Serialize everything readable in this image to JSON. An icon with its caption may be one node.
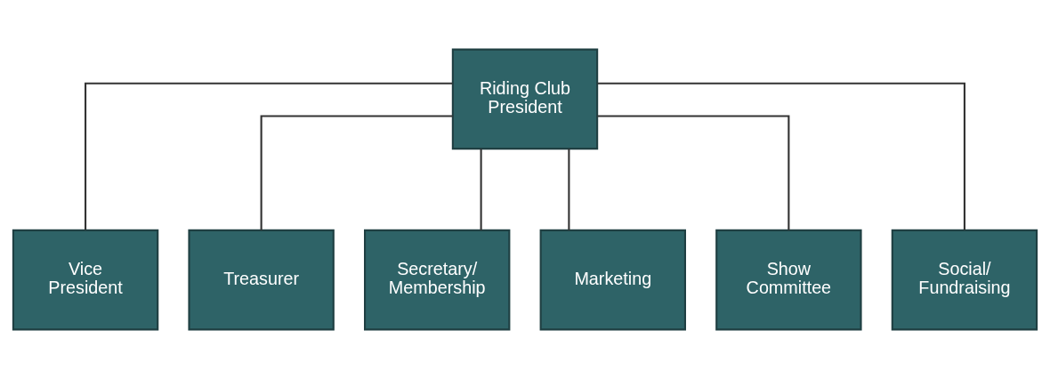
{
  "diagram": {
    "nodes": [
      {
        "text": [
          "Riding Club President"
        ]
      },
      {
        "text": [
          "Vice President"
        ]
      },
      {
        "text": [
          "Treasurer"
        ]
      },
      {
        "text": [
          "Secretary/ Membership"
        ]
      },
      {
        "text": [
          "Marketing"
        ]
      },
      {
        "text": [
          "Show Committee"
        ]
      },
      {
        "text": [
          "Social/ Fundraising"
        ]
      }
    ],
    "edges": [
      {
        "from": 0,
        "to": 1,
        "arrow": "none"
      },
      {
        "from": 0,
        "to": 2,
        "arrow": "none"
      },
      {
        "from": 0,
        "to": 3,
        "arrow": "none"
      },
      {
        "from": 0,
        "to": 4,
        "arrow": "none"
      },
      {
        "from": 0,
        "to": 5,
        "arrow": "none"
      },
      {
        "from": 0,
        "to": 6,
        "arrow": "none"
      }
    ]
  }
}
